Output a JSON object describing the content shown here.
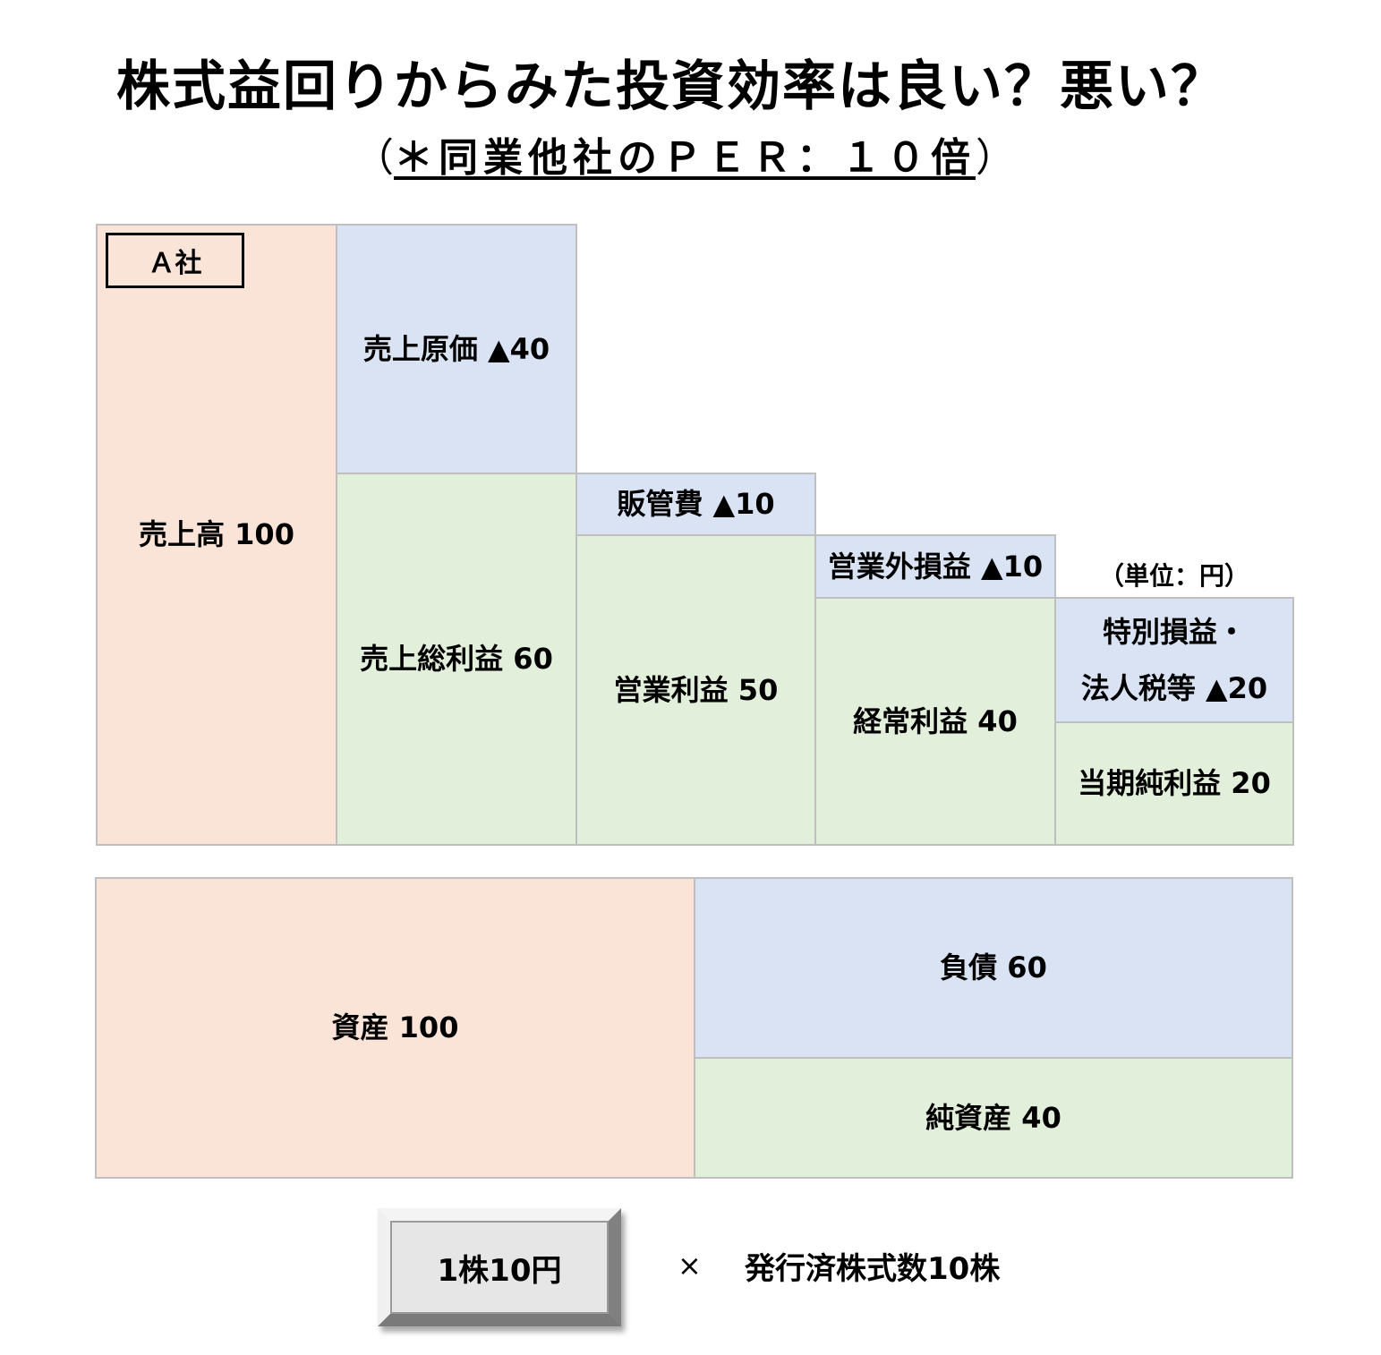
{
  "title": "株式益回りからみた投資効率は良い？悪い？",
  "subtitle": {
    "open_paren": "（",
    "text": "＊同業他社のＰＥＲ：１０倍",
    "close_paren": "）"
  },
  "company_label": "Ａ社",
  "unit_label": "（単位：円）",
  "income_statement": {
    "sales": "売上高 100",
    "cogs": "売上原価 ▲40",
    "gross_profit": "売上総利益 60",
    "sga": "販管費 ▲10",
    "operating_income": "営業利益 50",
    "non_operating": "営業外損益 ▲10",
    "ordinary_income": "経常利益 40",
    "extraordinary_tax_line1": "特別損益・",
    "extraordinary_tax_line2": "法人税等 ▲20",
    "net_income": "当期純利益 20"
  },
  "balance_sheet": {
    "assets": "資産 100",
    "liabilities": "負債 60",
    "net_assets": "純資産 40"
  },
  "share_info": {
    "price": "1株10円",
    "times": "×",
    "shares_outstanding": "発行済株式数10株"
  },
  "colors": {
    "peach": "#fae3d7",
    "blue": "#dae3f3",
    "green": "#e2efda",
    "border": "#bfbfbf"
  }
}
